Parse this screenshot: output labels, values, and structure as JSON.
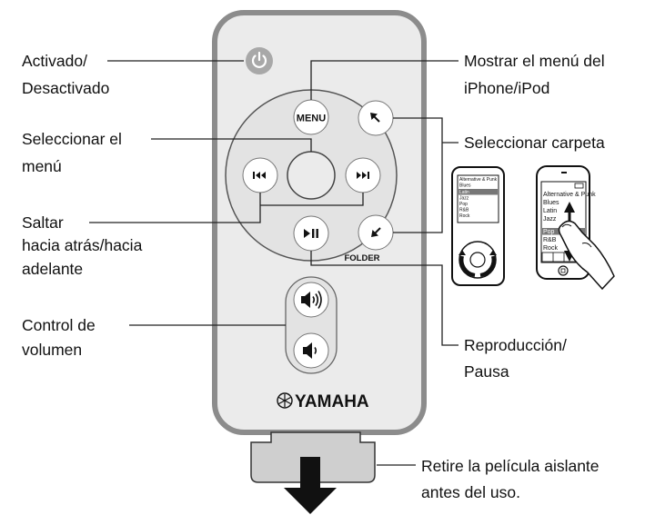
{
  "callouts": {
    "power": "Activado/ Desactivado",
    "menu_select_line1": "Seleccionar el",
    "menu_select_line2": "menú",
    "skip_line1": "Saltar",
    "skip_line2": "hacia atrás/hacia",
    "skip_line3": "adelante",
    "volume_line1": "Control de",
    "volume_line2": "volumen",
    "show_menu_line1": "Mostrar el menú del",
    "show_menu_line2": "iPhone/iPod",
    "folder_select": "Seleccionar carpeta",
    "play_pause_line1": "Reproducción/",
    "play_pause_line2": "Pausa",
    "remove_film_line1": "Retire la película aislante",
    "remove_film_line2": "antes del uso."
  },
  "remote": {
    "menu_label": "MENU",
    "folder_label": "FOLDER",
    "brand": "YAMAHA",
    "power_icon": "power-icon",
    "prev_icon": "skip-back-icon",
    "next_icon": "skip-forward-icon",
    "play_pause_icon": "play-pause-icon",
    "folder_up_icon": "arrow-up-left-icon",
    "folder_down_icon": "arrow-down-left-icon",
    "vol_up_icon": "volume-up-icon",
    "vol_down_icon": "volume-down-icon",
    "colors": {
      "body": "#ebebeb",
      "outline": "#8c8c8c",
      "power_button": "#a8a8a8",
      "button": "#ffffff"
    }
  },
  "ipod_screen": {
    "items": [
      "Alternative & Punk",
      "Blues",
      "Latin",
      "Jazz",
      "Pop",
      "R&B",
      "Rock"
    ],
    "highlighted": "Latin"
  },
  "iphone_screen": {
    "items": [
      "Alternative & Punk",
      "Blues",
      "Latin",
      "Jazz",
      "Pop",
      "R&B",
      "Rock"
    ],
    "highlighted": "Pop"
  }
}
